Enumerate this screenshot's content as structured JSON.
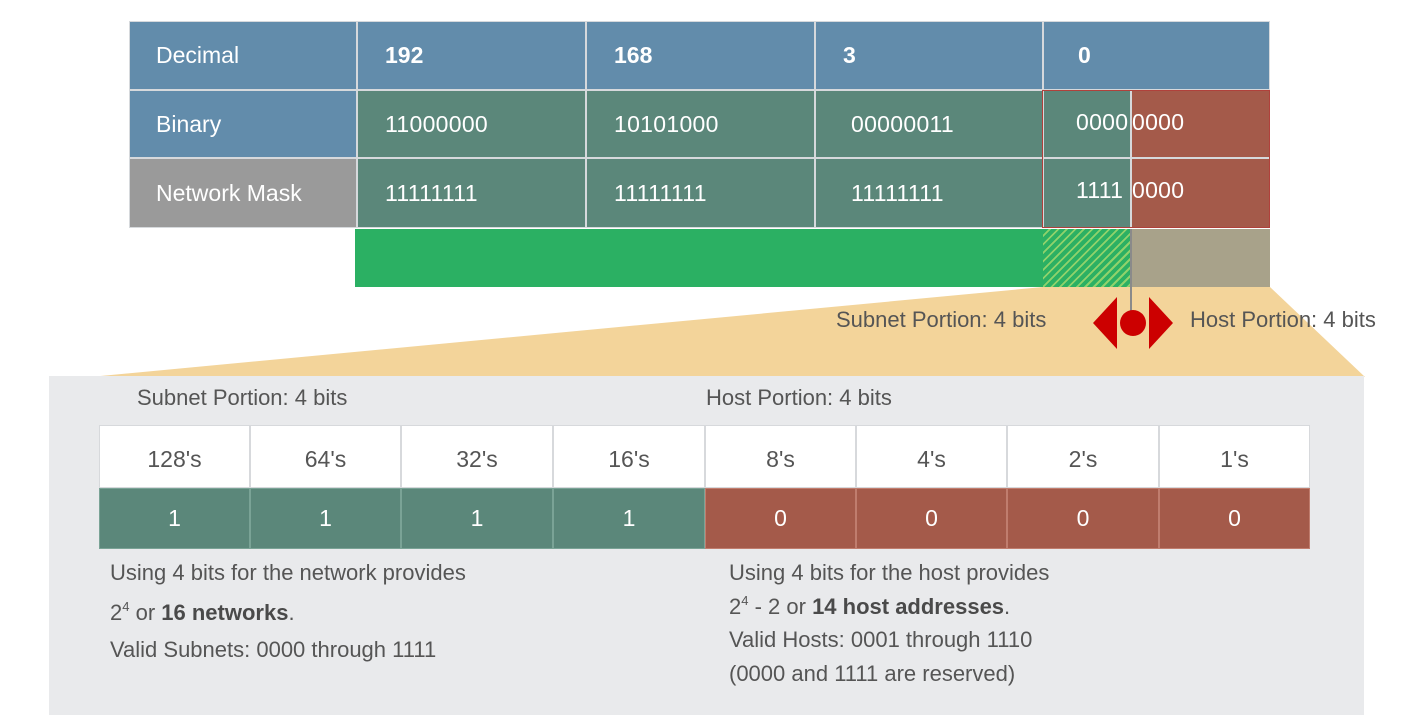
{
  "top_table": {
    "row_labels": {
      "decimal": "Decimal",
      "binary": "Binary",
      "mask": "Network Mask"
    },
    "decimal": [
      "192",
      "168",
      "3",
      "0"
    ],
    "binary": [
      "11000000",
      "10101000",
      "00000011"
    ],
    "binary_last_subnet": "0000",
    "binary_last_host": "0000",
    "mask": [
      "11111111",
      "11111111",
      "11111111"
    ],
    "mask_last_subnet": "1111",
    "mask_last_host": "0000"
  },
  "portion_labels": {
    "subnet": "Subnet Portion: 4 bits",
    "host": "Host Portion: 4 bits"
  },
  "panel": {
    "subnet_heading": "Subnet Portion:  4 bits",
    "host_heading": "Host Portion:  4 bits",
    "place_values": [
      "128's",
      "64's",
      "32's",
      "16's",
      "8's",
      "4's",
      "2's",
      "1's"
    ],
    "bits": [
      "1",
      "1",
      "1",
      "1",
      "0",
      "0",
      "0",
      "0"
    ],
    "left_note": {
      "line1": "Using 4 bits for the network provides",
      "base": "2",
      "exp": "4",
      "mid": " or ",
      "bold": "16 networks",
      "end": ".",
      "line3": "Valid Subnets: 0000 through 1111"
    },
    "right_note": {
      "line1": "Using 4 bits for the host provides",
      "base": "2",
      "exp": "4",
      "mid": " - 2 or ",
      "bold": "14 host addresses",
      "end": ".",
      "line3": "Valid Hosts: 0001 through 1110",
      "line4": "(0000 and 1111 are reserved)"
    }
  },
  "colors": {
    "blue": "#628cab",
    "teal": "#5b877a",
    "red": "#a45a4a",
    "green": "#2bb063",
    "tan": "#a8a28a",
    "highlight": "#f3d49a",
    "arrow": "#cc0000"
  }
}
